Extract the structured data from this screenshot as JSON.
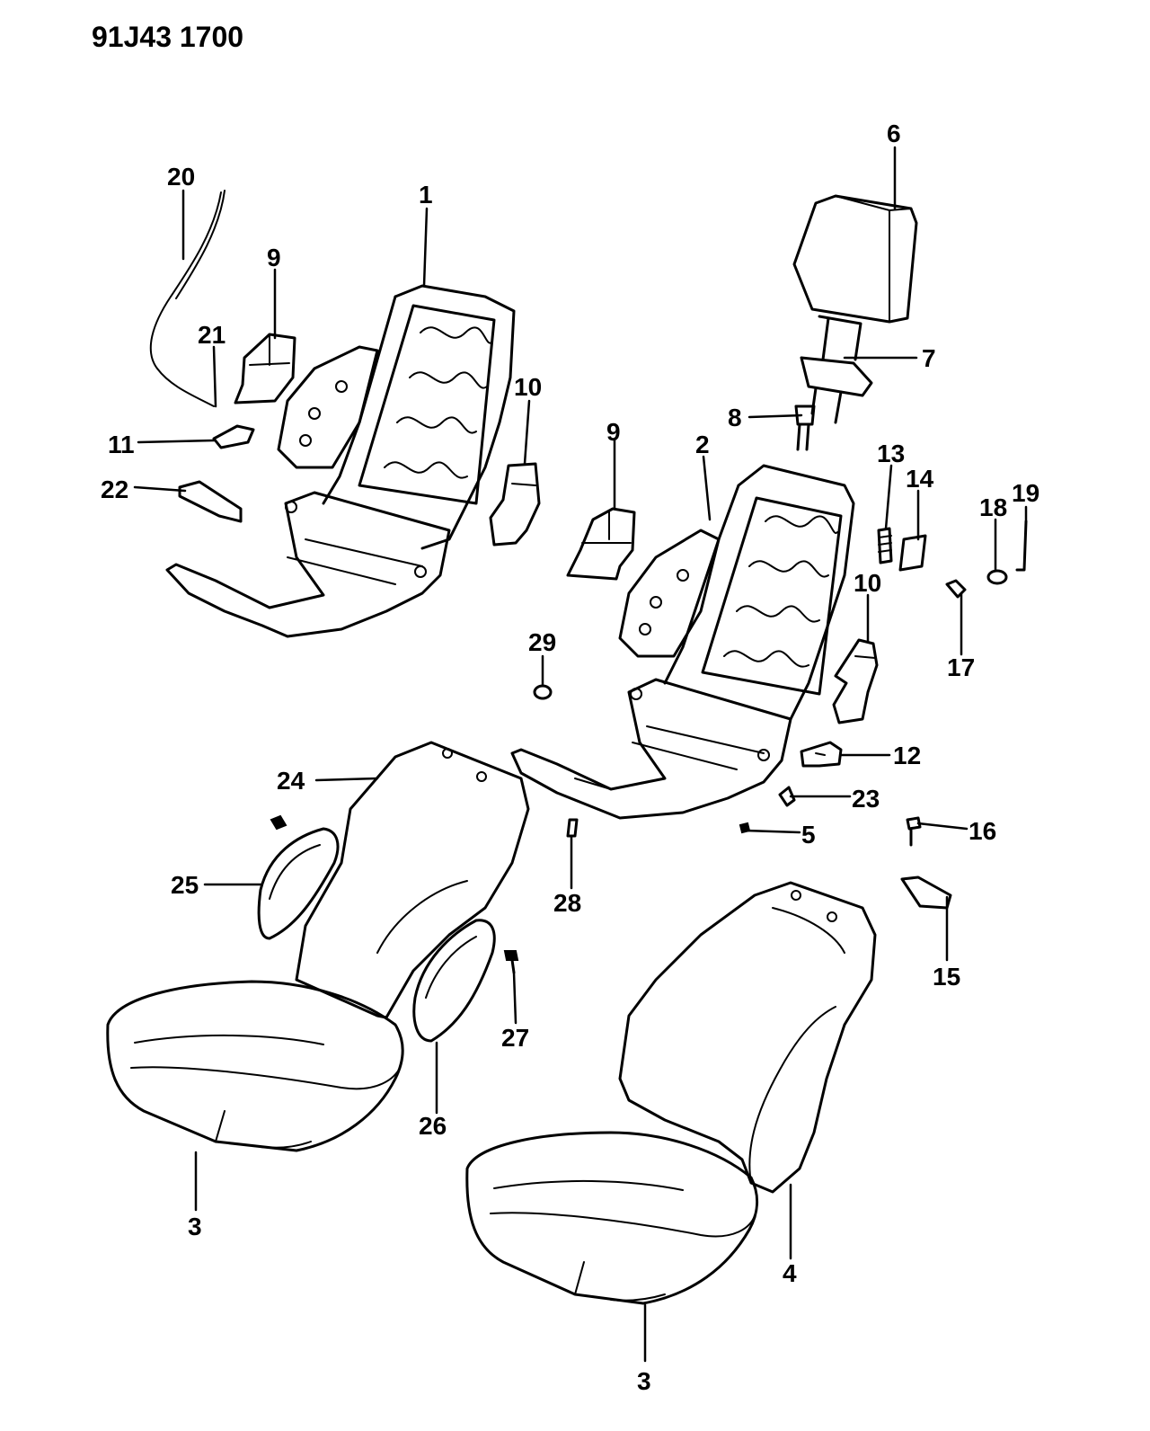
{
  "header": {
    "code": "91J43 1700"
  },
  "callouts": [
    {
      "id": "c1",
      "text": "1"
    },
    {
      "id": "c2",
      "text": "2"
    },
    {
      "id": "c3a",
      "text": "3"
    },
    {
      "id": "c3b",
      "text": "3"
    },
    {
      "id": "c4",
      "text": "4"
    },
    {
      "id": "c5",
      "text": "5"
    },
    {
      "id": "c6",
      "text": "6"
    },
    {
      "id": "c7",
      "text": "7"
    },
    {
      "id": "c8",
      "text": "8"
    },
    {
      "id": "c9a",
      "text": "9"
    },
    {
      "id": "c9b",
      "text": "9"
    },
    {
      "id": "c10a",
      "text": "10"
    },
    {
      "id": "c10b",
      "text": "10"
    },
    {
      "id": "c11",
      "text": "11"
    },
    {
      "id": "c12",
      "text": "12"
    },
    {
      "id": "c13",
      "text": "13"
    },
    {
      "id": "c14",
      "text": "14"
    },
    {
      "id": "c15",
      "text": "15"
    },
    {
      "id": "c16",
      "text": "16"
    },
    {
      "id": "c17",
      "text": "17"
    },
    {
      "id": "c18",
      "text": "18"
    },
    {
      "id": "c19",
      "text": "19"
    },
    {
      "id": "c20",
      "text": "20"
    },
    {
      "id": "c21",
      "text": "21"
    },
    {
      "id": "c22",
      "text": "22"
    },
    {
      "id": "c23",
      "text": "23"
    },
    {
      "id": "c24",
      "text": "24"
    },
    {
      "id": "c25",
      "text": "25"
    },
    {
      "id": "c26",
      "text": "26"
    },
    {
      "id": "c27",
      "text": "27"
    },
    {
      "id": "c28",
      "text": "28"
    },
    {
      "id": "c29",
      "text": "29"
    }
  ]
}
